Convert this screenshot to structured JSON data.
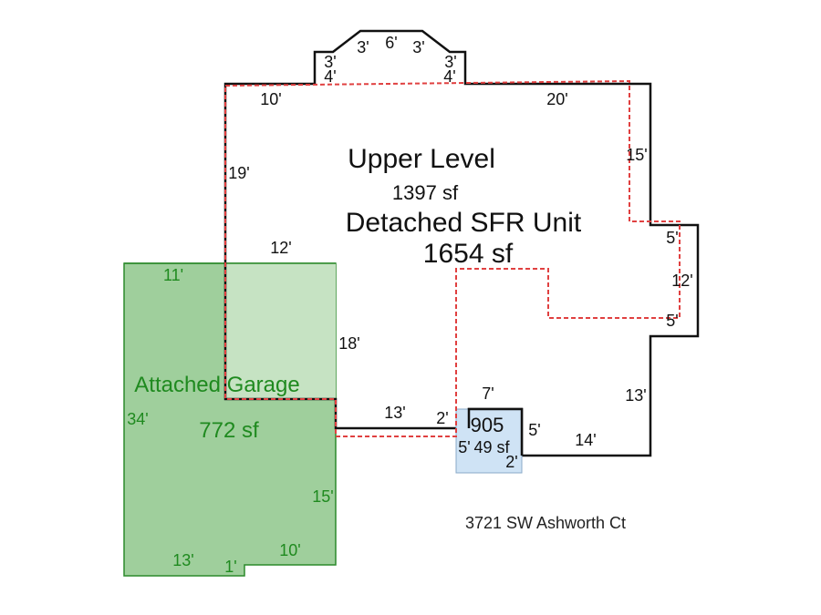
{
  "colors": {
    "garage_fill": "#9fcf9c",
    "garage_overlap_fill": "#c6e3c3",
    "garage_stroke": "#2b8a2b",
    "garage_text": "#1f8a1f",
    "house_stroke": "#111111",
    "upper_outline": "#e04040",
    "small_fill": "#cfe3f5"
  },
  "labels": {
    "upper_level": "Upper Level",
    "upper_level_area": "1397 sf",
    "sfr_unit": "Detached SFR Unit",
    "sfr_area": "1654 sf",
    "garage": "Attached Garage",
    "garage_area": "772 sf",
    "small_unit": "905",
    "small_area": "49 sf",
    "address": "3721 SW Ashworth Ct"
  },
  "dimensions": {
    "bay_left_3": "3'",
    "bay_left_diag_3": "3'",
    "bay_top_6": "6'",
    "bay_right_diag_3": "3'",
    "bay_right_3": "3'",
    "bay_left_4": "4'",
    "bay_right_4": "4'",
    "top_left_10": "10'",
    "top_right_20": "20'",
    "left_19": "19'",
    "right_15": "15'",
    "mid_12": "12'",
    "right_5_top": "5'",
    "right_12": "12'",
    "right_5_bottom": "5'",
    "garage_top_11": "11'",
    "garage_18": "18'",
    "garage_left_34": "34'",
    "bottom_13": "13'",
    "bottom_2": "2'",
    "small_top_7": "7'",
    "small_5_right": "5'",
    "small_5_left": "5'",
    "small_2": "2'",
    "bottom_right_14": "14'",
    "right_13": "13'",
    "garage_15": "15'",
    "garage_bottom_13": "13'",
    "garage_bottom_1": "1'",
    "garage_bottom_10": "10'"
  }
}
